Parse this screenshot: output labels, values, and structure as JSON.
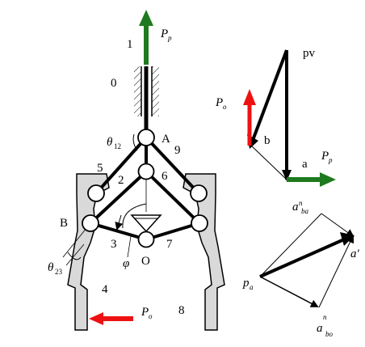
{
  "colors": {
    "green_force": "#1f7a1f",
    "red_force": "#ee1111",
    "jaw_fill": "#d9d9d9",
    "line": "#000000"
  },
  "labels": {
    "link_1": "1",
    "link_0": "0",
    "link_9": "9",
    "link_5": "5",
    "link_2": "2",
    "link_6": "6",
    "link_3": "3",
    "link_7": "7",
    "link_4": "4",
    "link_8": "8",
    "joint_A": "A",
    "joint_B": "B",
    "joint_O": "O",
    "theta12_main": "θ",
    "theta12_sub": "12",
    "theta23_main": "θ",
    "theta23_sub": "23",
    "phi": "φ",
    "Pp_main": "P",
    "Pp_sub": "p",
    "Po_main": "P",
    "Po_sub": "o",
    "vel_pv": "pv",
    "vel_Po_main": "P",
    "vel_Po_sub": "o",
    "vel_b": "b",
    "vel_a": "a",
    "vel_Pp_main": "P",
    "vel_Pp_sub": "p",
    "acc_aba_main": "a",
    "acc_aba_sup": "n",
    "acc_aba_sub": "ba",
    "acc_aprime": "a′",
    "acc_pa_main": "p",
    "acc_pa_sub": "a",
    "acc_abo_main": "a",
    "acc_abo_sup": "n",
    "acc_abo_sub": "bo"
  }
}
